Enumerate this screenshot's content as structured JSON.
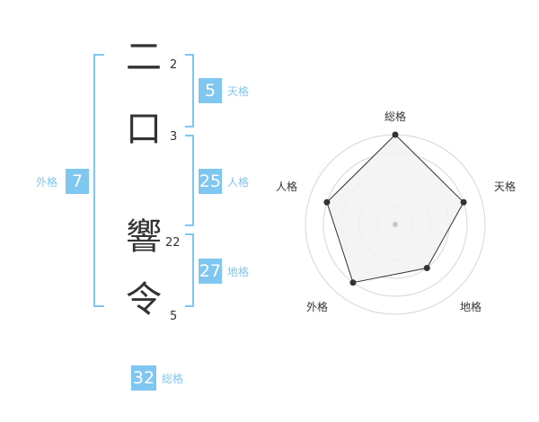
{
  "name": {
    "chars": [
      {
        "char": "二",
        "strokes": "2"
      },
      {
        "char": "口",
        "strokes": "3"
      },
      {
        "char": "響",
        "strokes": "22"
      },
      {
        "char": "令",
        "strokes": "5"
      }
    ]
  },
  "kaku": {
    "ten": {
      "value": "5",
      "label": "天格"
    },
    "jin": {
      "value": "25",
      "label": "人格"
    },
    "chi": {
      "value": "27",
      "label": "地格"
    },
    "gai": {
      "value": "7",
      "label": "外格"
    },
    "sou": {
      "value": "32",
      "label": "総格"
    }
  },
  "radar": {
    "axes": [
      "総格",
      "天格",
      "地格",
      "外格",
      "人格"
    ],
    "levels": 5,
    "values": [
      5,
      4,
      3,
      4,
      4
    ],
    "colors": {
      "ring_stroke": "#d6d6d6",
      "fill": "#f2f2f2",
      "line": "#333333",
      "point": "#333333",
      "center": "#c8c8c8"
    }
  },
  "colors": {
    "accent": "#7fc6f0",
    "text": "#333333"
  }
}
